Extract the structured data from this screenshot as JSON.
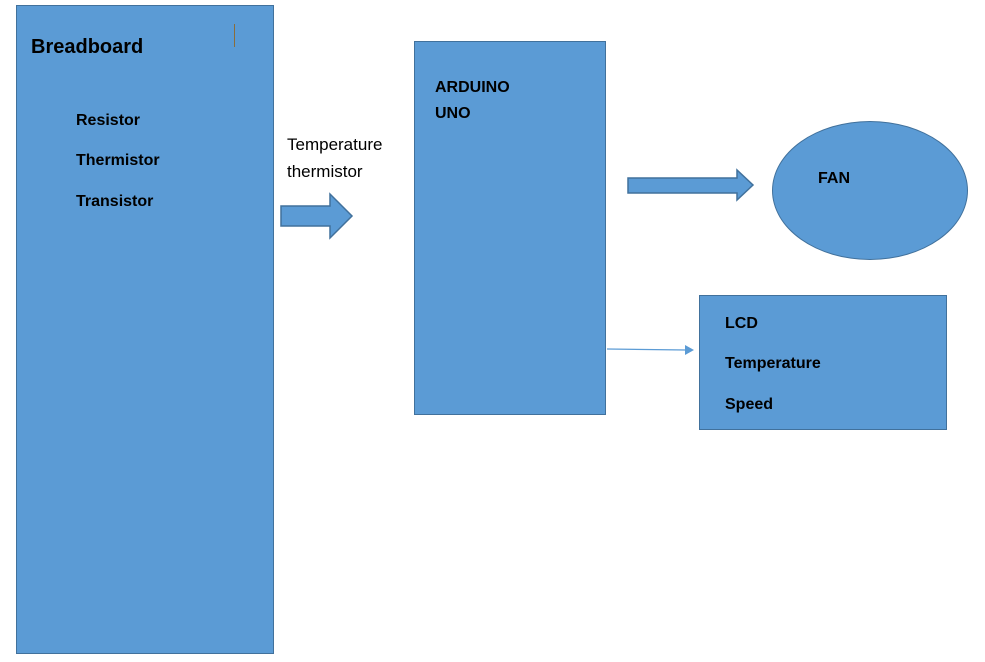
{
  "breadboard": {
    "title": "Breadboard",
    "components": [
      "Resistor",
      "Thermistor",
      "Transistor"
    ]
  },
  "signal_label": {
    "line1": "Temperature",
    "line2": "thermistor"
  },
  "arduino": {
    "line1": "ARDUINO",
    "line2": "UNO"
  },
  "fan": {
    "label": "FAN"
  },
  "lcd": {
    "lines": [
      "LCD",
      "Temperature",
      "Speed"
    ]
  },
  "colors": {
    "block_fill": "#5b9bd5",
    "block_border": "#41719c",
    "text": "#000000"
  }
}
